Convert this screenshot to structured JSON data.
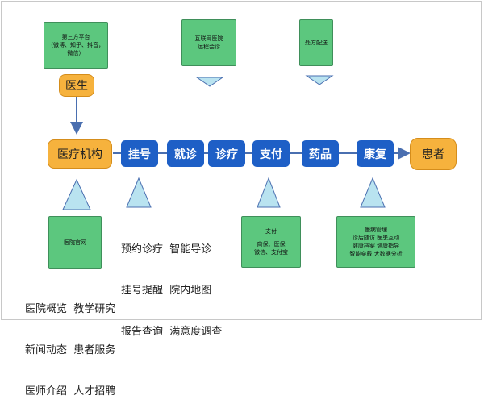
{
  "top_boxes": {
    "third_party": "第三方平台\n（微博、知乎、抖音，\n微信）",
    "remote": "互联网医院\n远程会诊",
    "prescription": "处方配送"
  },
  "doctor": "医生",
  "flow": {
    "institution": "医疗机构",
    "steps": [
      "挂号",
      "就诊",
      "诊疗",
      "支付",
      "药品",
      "康复"
    ],
    "patient": "患者"
  },
  "bottom": {
    "website_box": "医院官网",
    "website_lines": [
      "医院概览  教学研究",
      "新闻动态  患者服务",
      "医师介绍  人才招聘"
    ],
    "register_lines": [
      "预约诊疗  智能导诊",
      "挂号提醒  院内地图",
      "报告查询  满意度调查"
    ],
    "payment_title": "支付",
    "payment_body": "商保、医保\n微信、支付宝",
    "rehab_lines": [
      "慢病管理",
      "诊后随访  医患互动",
      "健康档案  健康指导",
      "智能穿戴  大数据分析"
    ]
  },
  "colors": {
    "green": "#5cc77e",
    "blue": "#1e5fc6",
    "orange": "#f6b23d",
    "triangle": "#b9e3f0",
    "connector": "#4a6fb0"
  }
}
